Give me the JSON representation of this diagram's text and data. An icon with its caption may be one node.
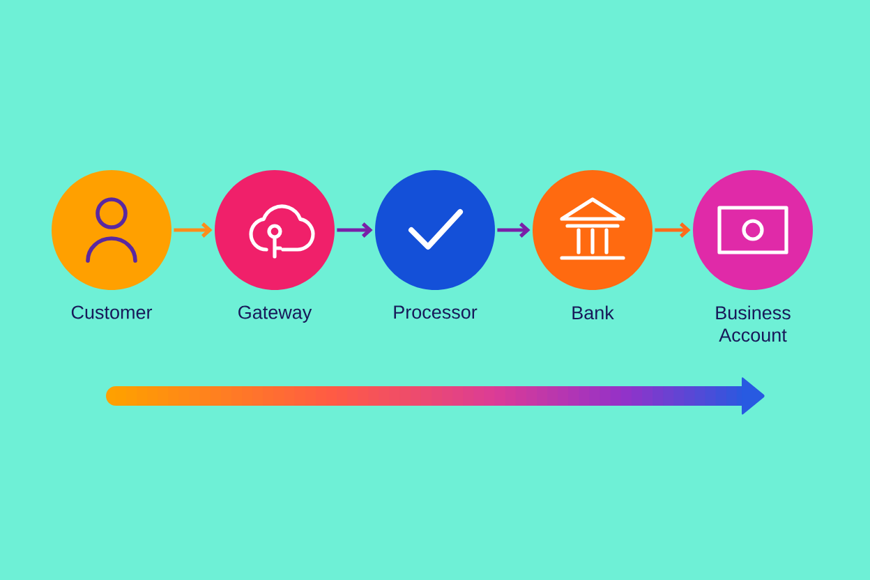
{
  "diagram": {
    "nodes": [
      {
        "text": [
          "Customer"
        ]
      },
      {
        "text": [
          "Gateway"
        ]
      },
      {
        "text": [
          "Processor"
        ]
      },
      {
        "text": [
          "Bank"
        ]
      },
      {
        "text": [
          "Business Account"
        ]
      }
    ],
    "edges": [
      {
        "from": 0,
        "to": 1,
        "arrow": "to",
        "color": "#ff8c1a"
      },
      {
        "from": 1,
        "to": 2,
        "arrow": "to",
        "color": "#7a1fa8"
      },
      {
        "from": 2,
        "to": 3,
        "arrow": "to",
        "color": "#7a1fa8"
      },
      {
        "from": 3,
        "to": 4,
        "arrow": "to",
        "color": "#ff6a1a"
      }
    ]
  }
}
